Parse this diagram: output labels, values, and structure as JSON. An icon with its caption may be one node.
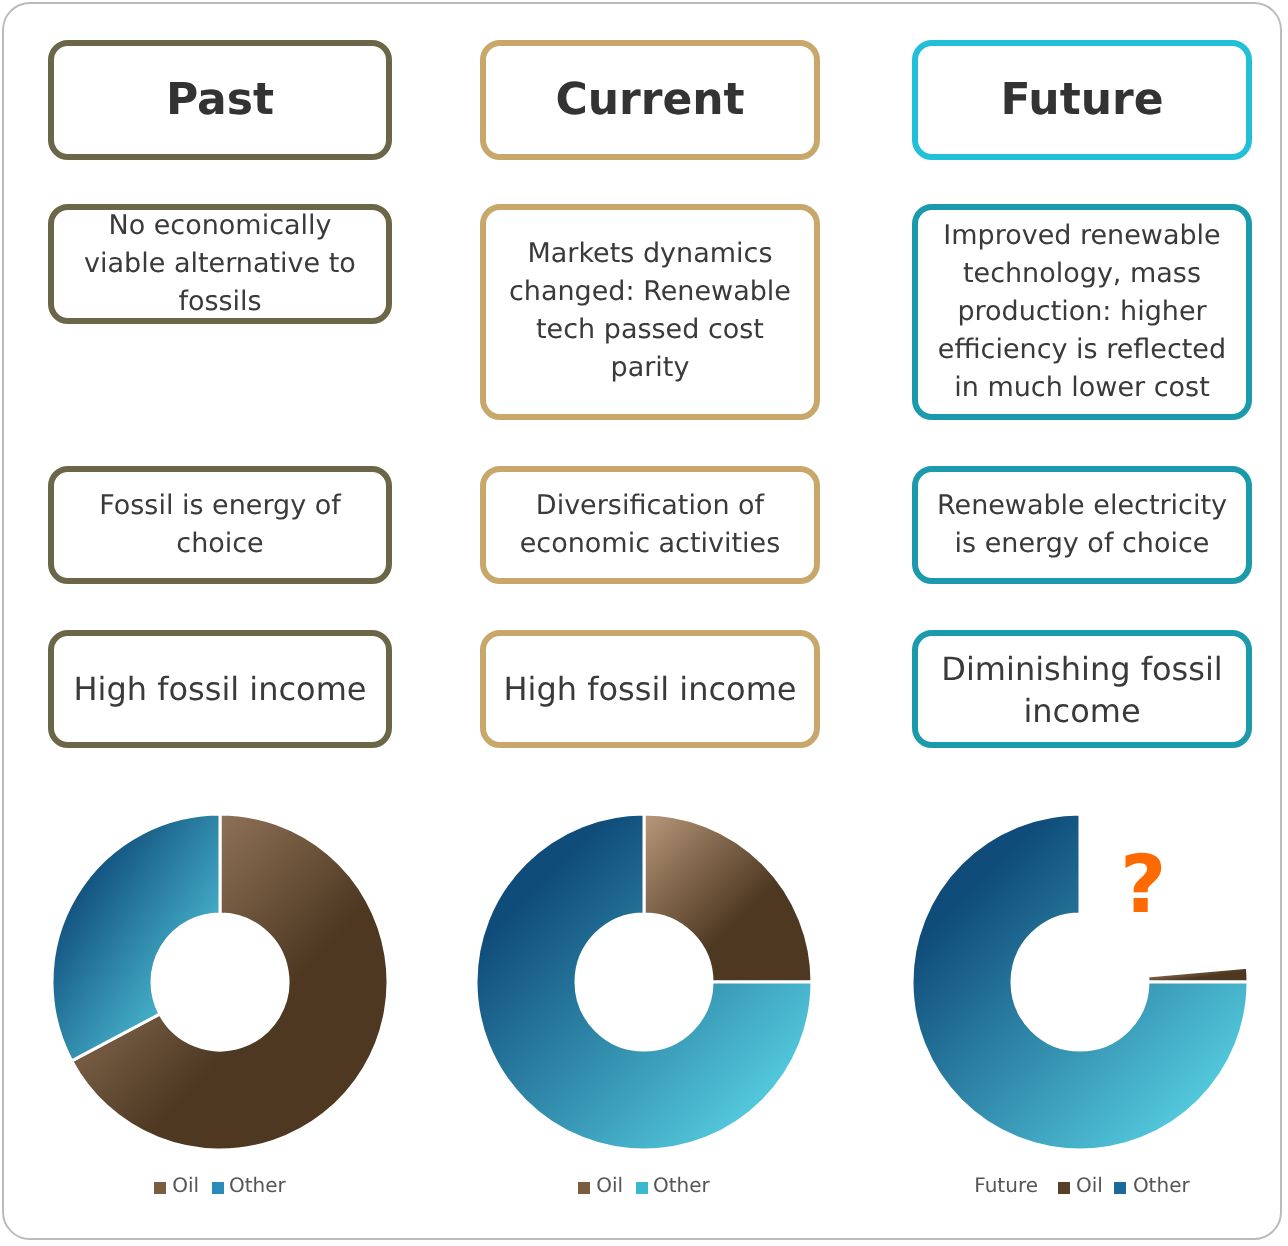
{
  "diagram": {
    "nodes": [
      {
        "text": [
          "Past"
        ]
      },
      {
        "text": [
          "Current"
        ]
      },
      {
        "text": [
          "Future"
        ]
      },
      {
        "text": [
          "No economically viable alternative to fossils"
        ]
      },
      {
        "text": [
          "Markets dynamics changed: Renewable tech passed cost parity"
        ]
      },
      {
        "text": [
          "Improved renewable technology, mass production: higher efficiency is reflected in much lower cost"
        ]
      },
      {
        "text": [
          "Fossil is energy of choice"
        ]
      },
      {
        "text": [
          "Diversification of economic activities"
        ]
      },
      {
        "text": [
          "Renewable electricity is energy of choice"
        ]
      },
      {
        "text": [
          "High fossil income"
        ]
      },
      {
        "text": [
          "High fossil income"
        ]
      },
      {
        "text": [
          "Diminishing fossil income"
        ]
      }
    ],
    "edges": [],
    "labels": [
      "?",
      "Future"
    ],
    "legend": [
      {
        "text": "Oil",
        "color": "#7a5c3e"
      },
      {
        "text": "Other",
        "color": "#2a8ab8"
      },
      {
        "text": "Oil",
        "color": "#7a5c3e"
      },
      {
        "text": "Other",
        "color": "#3ab8d0"
      },
      {
        "text": "Oil",
        "color": "#5a4028"
      },
      {
        "text": "Other",
        "color": "#1a6a9a"
      }
    ]
  }
}
